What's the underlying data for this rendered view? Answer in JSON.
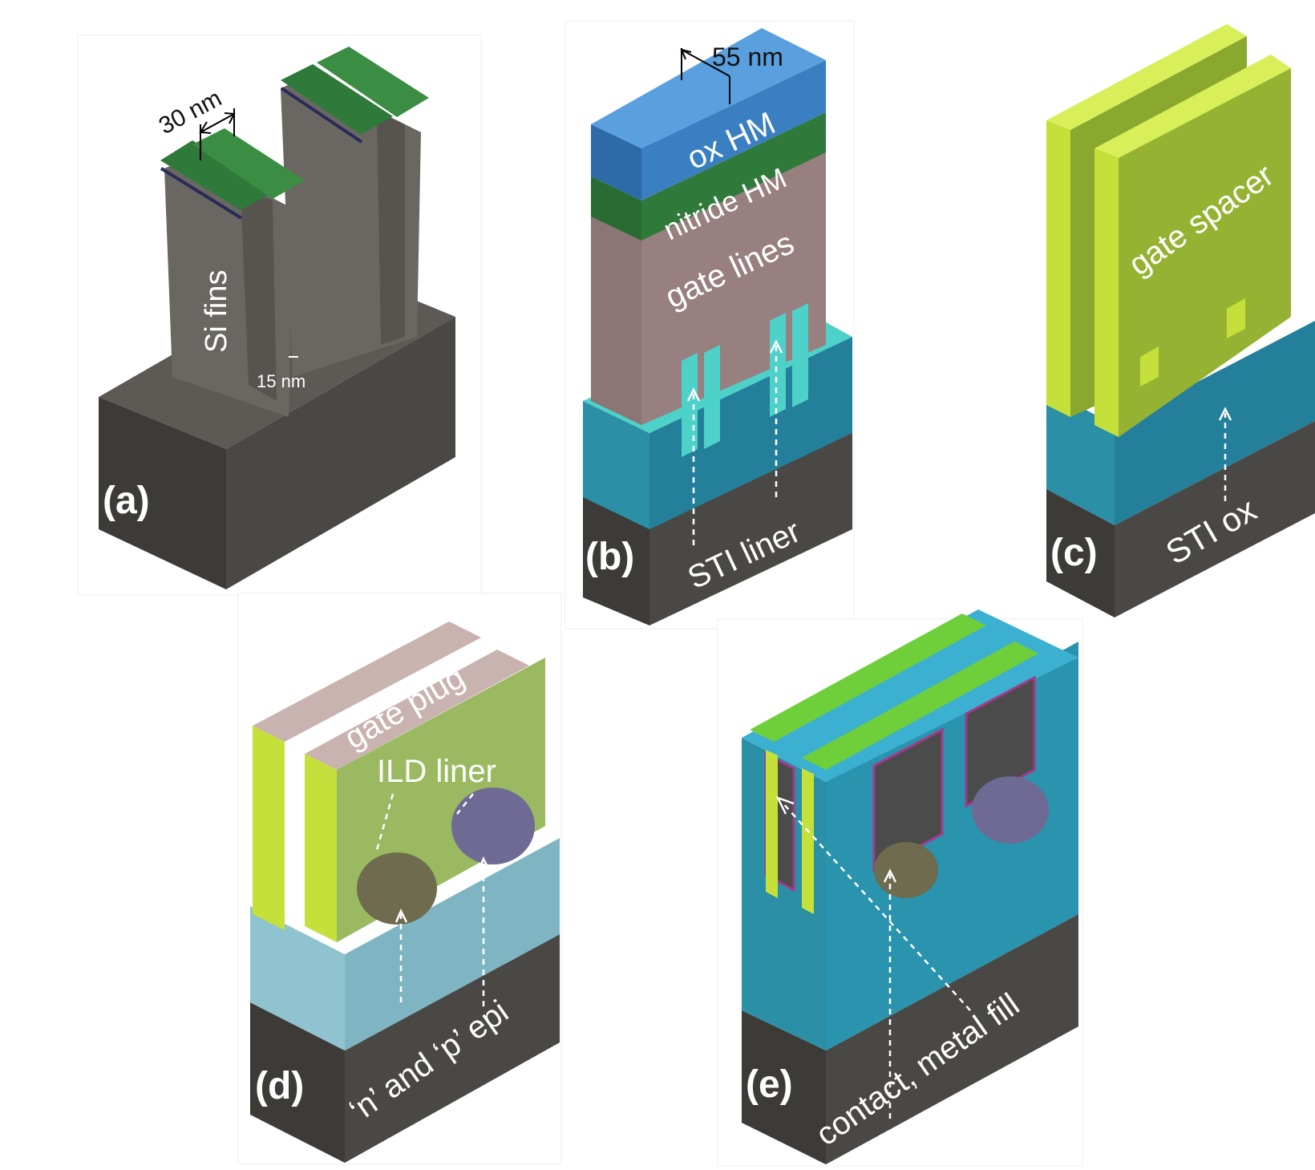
{
  "panels": {
    "a": {
      "letter": "(a)",
      "label_si_fins": "Si fins",
      "dim_30": "30 nm",
      "dim_15": "15 nm"
    },
    "b": {
      "letter": "(b)",
      "dim_55": "55 nm",
      "label_ox_hm": "ox HM",
      "label_nitride_hm": "nitride HM",
      "label_gate_lines": "gate lines",
      "label_sti_liner": "STI liner"
    },
    "c": {
      "letter": "(c)",
      "label_gate_spacer": "gate spacer",
      "label_sti_ox": "STI ox"
    },
    "d": {
      "letter": "(d)",
      "label_gate_plug": "gate plug",
      "label_ild_liner": "ILD liner",
      "label_epi": "‘n’ and ‘p’ epi"
    },
    "e": {
      "letter": "(e)",
      "label_contact": "contact, metal fill"
    }
  },
  "colors": {
    "silicon": "#5a5753",
    "silicon_dark": "#3f3d3a",
    "nitride_hm": "#2f7a3a",
    "ox_hm": "#3a7fc2",
    "gate_lines": "#8c7675",
    "sti_ox": "#2b8fa6",
    "sti_liner": "#4ed1c8",
    "gate_spacer": "#8aa82e",
    "spacer_light": "#c5e03a",
    "epi_n": "#6e6b4e",
    "epi_p": "#6f6a94",
    "metal": "#4b4b4b"
  }
}
